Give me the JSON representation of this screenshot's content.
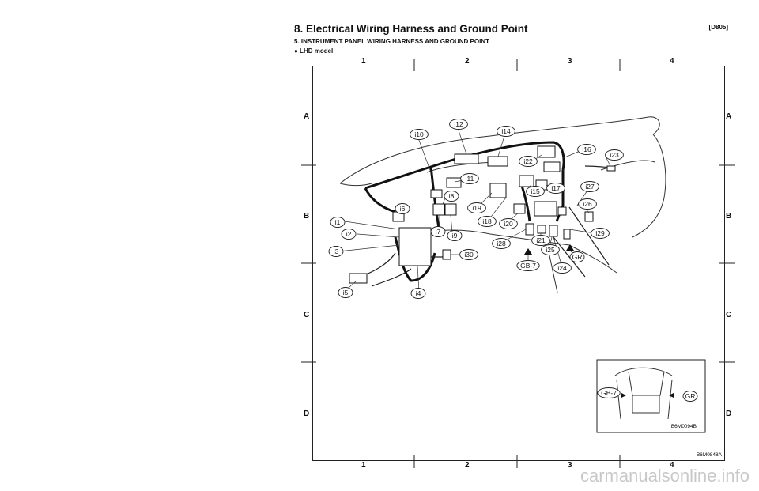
{
  "header": {
    "doc_code": "[D805]",
    "title": "8. Electrical Wiring Harness and Ground Point",
    "subtitle": "5. INSTRUMENT PANEL WIRING HARNESS AND GROUND POINT",
    "model": "● LHD model"
  },
  "grid": {
    "columns": [
      "1",
      "2",
      "3",
      "4"
    ],
    "rows": [
      "A",
      "B",
      "C",
      "D"
    ]
  },
  "callouts": [
    "i1",
    "i2",
    "i3",
    "i4",
    "i5",
    "i6",
    "i7",
    "i8",
    "i9",
    "i10",
    "i11",
    "i12",
    "i14",
    "i15",
    "i16",
    "i17",
    "i18",
    "i19",
    "i20",
    "i21",
    "i22",
    "i23",
    "i24",
    "i25",
    "i26",
    "i27",
    "i28",
    "i29",
    "i30",
    "GB-7",
    "GR"
  ],
  "inset": {
    "labels": [
      "GB-7",
      "GR"
    ],
    "figure_code": "B6M0094B"
  },
  "figure_code": "B6M0848A",
  "watermark": "carmanualsonline.info"
}
